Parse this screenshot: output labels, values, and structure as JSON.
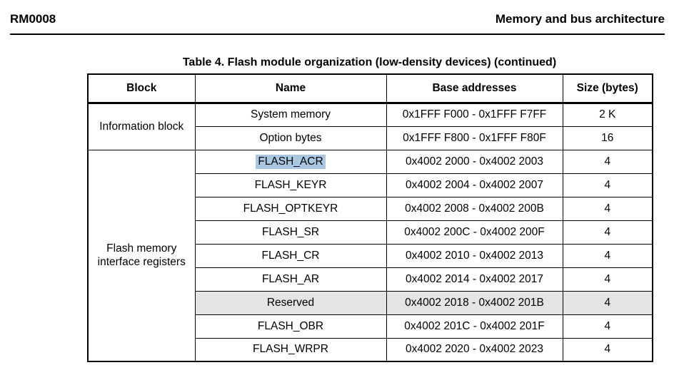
{
  "page_header": {
    "document_id": "RM0008",
    "section_title": "Memory and bus architecture"
  },
  "table": {
    "caption": "Table 4. Flash module organization (low-density devices) (continued)",
    "columns": {
      "block": "Block",
      "name": "Name",
      "base": "Base addresses",
      "size": "Size (bytes)"
    },
    "blocks": [
      {
        "label": "Information block"
      },
      {
        "label": "Flash memory interface registers"
      }
    ],
    "rows": [
      {
        "name": "System memory",
        "base": "0x1FFF F000 - 0x1FFF F7FF",
        "size": "2 K"
      },
      {
        "name": "Option bytes",
        "base": "0x1FFF F800 - 0x1FFF F80F",
        "size": "16"
      },
      {
        "name": "FLASH_ACR",
        "base": "0x4002 2000 - 0x4002 2003",
        "size": "4"
      },
      {
        "name": "FLASH_KEYR",
        "base": "0x4002 2004 - 0x4002 2007",
        "size": "4"
      },
      {
        "name": "FLASH_OPTKEYR",
        "base": "0x4002 2008 - 0x4002 200B",
        "size": "4"
      },
      {
        "name": "FLASH_SR",
        "base": "0x4002 200C - 0x4002 200F",
        "size": "4"
      },
      {
        "name": "FLASH_CR",
        "base": "0x4002 2010 - 0x4002 2013",
        "size": "4"
      },
      {
        "name": "FLASH_AR",
        "base": "0x4002 2014 - 0x4002 2017",
        "size": "4"
      },
      {
        "name": "Reserved",
        "base": "0x4002 2018 - 0x4002 201B",
        "size": "4"
      },
      {
        "name": "FLASH_OBR",
        "base": "0x4002 201C - 0x4002 201F",
        "size": "4"
      },
      {
        "name": "FLASH_WRPR",
        "base": "0x4002 2020 - 0x4002 2023",
        "size": "4"
      }
    ],
    "highlight": {
      "text": "FLASH_ACR",
      "color": "#a9c7e3"
    },
    "reserved_row": {
      "label": "Reserved",
      "background": "#e4e4e4"
    }
  }
}
